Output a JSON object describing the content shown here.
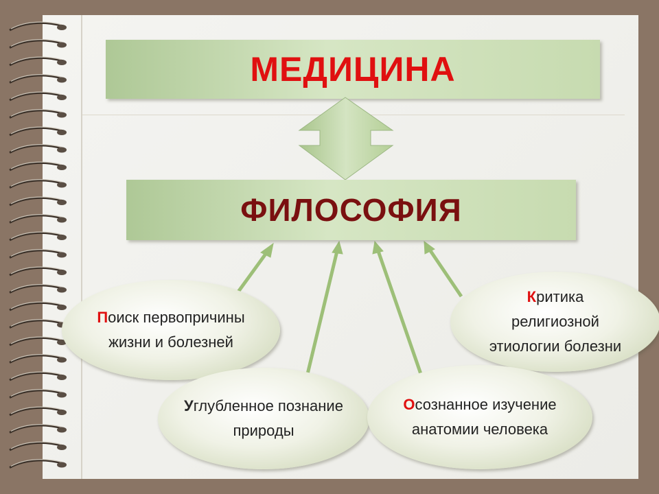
{
  "diagram": {
    "top_box": {
      "label": "МЕДИЦИНА"
    },
    "middle_box": {
      "label": "ФИЛОСОФИЯ"
    },
    "nodes": [
      {
        "first": "П",
        "rest": "оиск первопричины",
        "line2": "жизни и болезней",
        "first_color": "#e01010"
      },
      {
        "first": "К",
        "rest": "ритика",
        "line2": "религиозной",
        "line3": "этиологии болезни",
        "first_color": "#e01010"
      },
      {
        "first": "У",
        "rest": "глубленное познание",
        "line2": "природы",
        "first_color": "#2a2a2a"
      },
      {
        "first": "О",
        "rest": "сознанное изучение",
        "line2": "анатомии человека",
        "first_color": "#e01010"
      }
    ],
    "colors": {
      "background": "#8a7565",
      "paper": "#efefeb",
      "box_fill": "#c2d8aa",
      "arrow_fill": "#b8d19c",
      "connector": "#9dbf78"
    }
  }
}
